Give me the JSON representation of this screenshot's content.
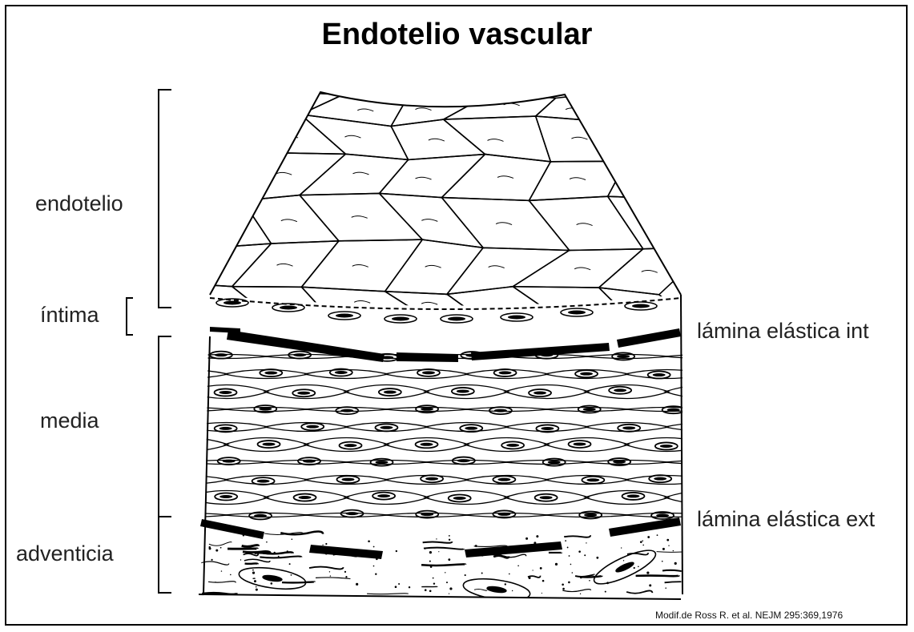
{
  "title": "Endotelio vascular",
  "labels": {
    "endotelio": "endotelio",
    "intima": "íntima",
    "media": "media",
    "adventicia": "adventicia",
    "lamina_int": "lámina elástica int",
    "lamina_ext": "lámina elástica ext"
  },
  "credit": "Modif.de Ross R. et al. NEJM 295:369,1976"
}
